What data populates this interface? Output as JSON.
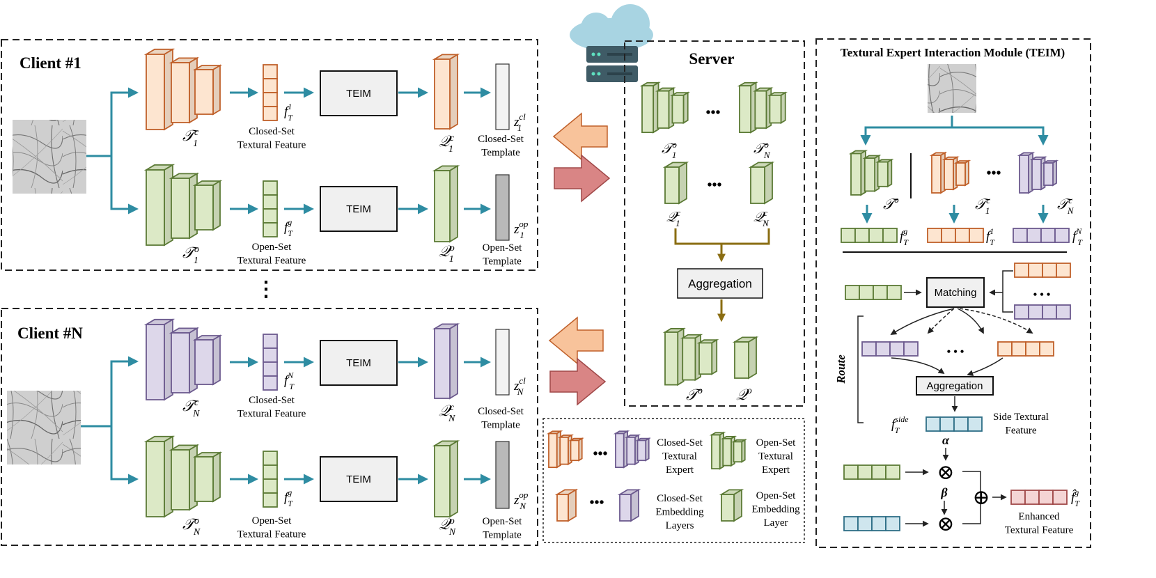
{
  "client1": {
    "title": "Client #1",
    "closed_expert_label": "T",
    "closed_expert_sup": "c",
    "closed_expert_sub": "1",
    "closed_feature_label": "Closed-Set\nTextural Feature",
    "closed_f_sym": "f",
    "closed_f_sup": "1",
    "closed_f_sub": "T",
    "teim": "TEIM",
    "closed_embed_sym": "Q",
    "closed_embed_sup": "c",
    "closed_embed_sub": "1",
    "closed_template_sym": "z",
    "closed_template_sup": "cl",
    "closed_template_sub": "1",
    "closed_template_label": "Closed-Set\nTemplate",
    "open_expert_sup": "o",
    "open_expert_sub": "1",
    "open_feature_label": "Open-Set\nTextural Feature",
    "open_f_sup": "g",
    "open_f_sub": "T",
    "open_embed_sup": "o",
    "open_embed_sub": "1",
    "open_template_sup": "op",
    "open_template_sub": "1",
    "open_template_label": "Open-Set\nTemplate"
  },
  "clientN": {
    "title": "Client #N",
    "closed_expert_sup": "c",
    "closed_expert_sub": "N",
    "closed_feature_label": "Closed-Set\nTextural Feature",
    "closed_f_sup": "N",
    "closed_f_sub": "T",
    "teim": "TEIM",
    "closed_embed_sup": "c",
    "closed_embed_sub": "N",
    "closed_template_sup": "cl",
    "closed_template_sub": "N",
    "closed_template_label": "Closed-Set\nTemplate",
    "open_expert_sup": "o",
    "open_expert_sub": "N",
    "open_feature_label": "Open-Set\nTextural Feature",
    "open_f_sup": "g",
    "open_f_sub": "T",
    "open_embed_sup": "o",
    "open_embed_sub": "N",
    "open_template_sup": "op",
    "open_template_sub": "N",
    "open_template_label": "Open-Set\nTemplate"
  },
  "ellipsis_vertical": "⋮",
  "server": {
    "title": "Server",
    "t1o_sup": "o",
    "t1o_sub": "1",
    "tNo_sup": "o",
    "tNo_sub": "N",
    "q1c_sup": "c",
    "q1c_sub": "1",
    "qNc_sup": "c",
    "qNc_sub": "N",
    "dots": "•••",
    "aggregation": "Aggregation",
    "to_sup": "o",
    "qo_sup": "o"
  },
  "legend": {
    "dots": "•••",
    "closed_expert": "Closed-Set\nTextural\nExpert",
    "open_expert": "Open-Set\nTextural\nExpert",
    "closed_embed": "Closed-Set\nEmbedding\nLayers",
    "open_embed": "Open-Set\nEmbedding\nLayer"
  },
  "teim_module": {
    "title": "Textural Expert Interaction Module (TEIM)",
    "to_sup": "o",
    "t1c_sup": "c",
    "t1c_sub": "1",
    "tNc_sup": "c",
    "tNc_sub": "N",
    "dots": "•••",
    "fg_sup": "g",
    "fg_sub": "T",
    "f1_sup": "1",
    "f1_sub": "T",
    "fN_sup": "N",
    "fN_sub": "T",
    "matching": "Matching",
    "dots_small": "• • •",
    "route": "Route",
    "aggregation": "Aggregation",
    "fside_sup": "side",
    "fside_sub": "T",
    "side_feature_label": "Side Textural\nFeature",
    "alpha": "α",
    "beta": "β",
    "otimes": "⊗",
    "oplus": "⊕",
    "enhanced_sup": "g",
    "enhanced_sub": "T",
    "enhanced_label": "Enhanced\nTextural Feature"
  },
  "colors": {
    "closed_fill": "#fde5d0",
    "closed_stroke": "#c0602a",
    "open_fill": "#dce9c6",
    "open_stroke": "#5b7a35",
    "purple_fill": "#ddd7ea",
    "purple_stroke": "#6c5a8e",
    "teal": "#2e8ca2",
    "arrow_orange": "#f8c39b",
    "arrow_red": "#d98585",
    "olive": "#8a6d12",
    "side_fill": "#cfe6ee",
    "side_stroke": "#2d6e86",
    "enh_fill": "#f4d4d4",
    "enh_stroke": "#a04848"
  },
  "icons": [
    "cloud-server-icon",
    "palmprint-image"
  ]
}
